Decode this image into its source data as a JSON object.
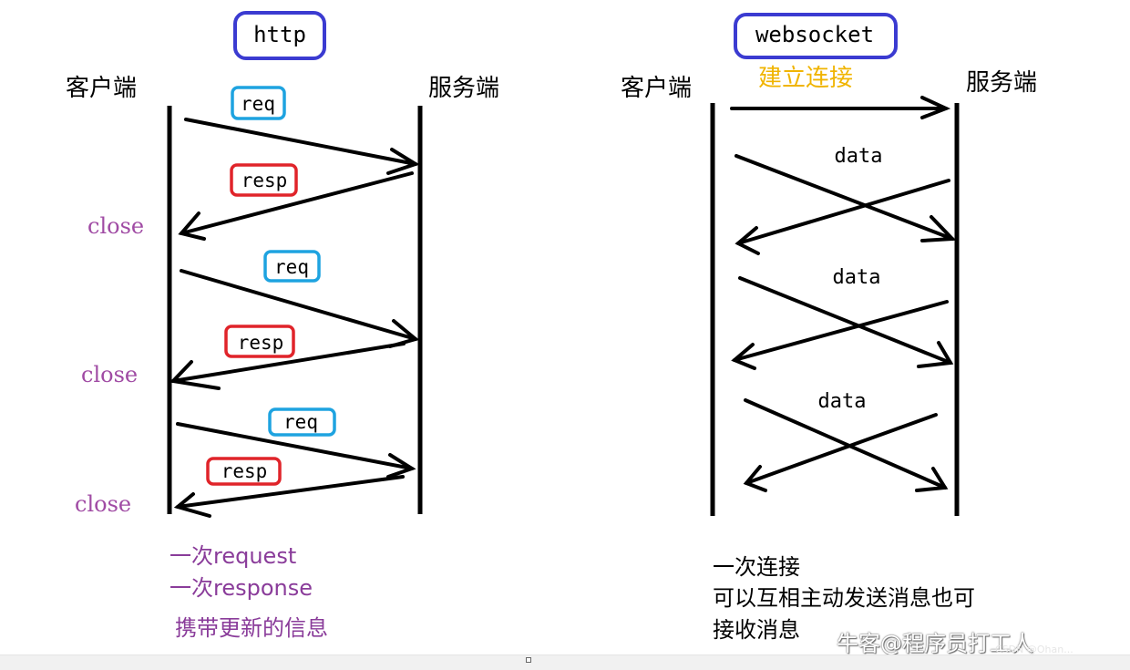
{
  "http": {
    "title": "http",
    "client_label": "客户端",
    "server_label": "服务端",
    "req_label": "req",
    "resp_label": "resp",
    "close_label": "close",
    "notes": [
      "一次request",
      "一次response",
      "携带更新的信息"
    ]
  },
  "websocket": {
    "title": "websocket",
    "client_label": "客户端",
    "server_label": "服务端",
    "connect_label": "建立连接",
    "data_label": "data",
    "notes": [
      "一次连接",
      "可以互相主动发送消息也可",
      "接收消息"
    ]
  },
  "watermark": {
    "text": "牛客@程序员打工人",
    "sub": "CSDN @Ohan..."
  },
  "colors": {
    "ink": "#000000",
    "title_box": "#3b3bd1",
    "req_box": "#1ea3e0",
    "resp_box": "#e0242a",
    "close_text": "#a04ba4",
    "notes_purple": "#8a3c9a",
    "connect_yellow": "#f0b400"
  }
}
